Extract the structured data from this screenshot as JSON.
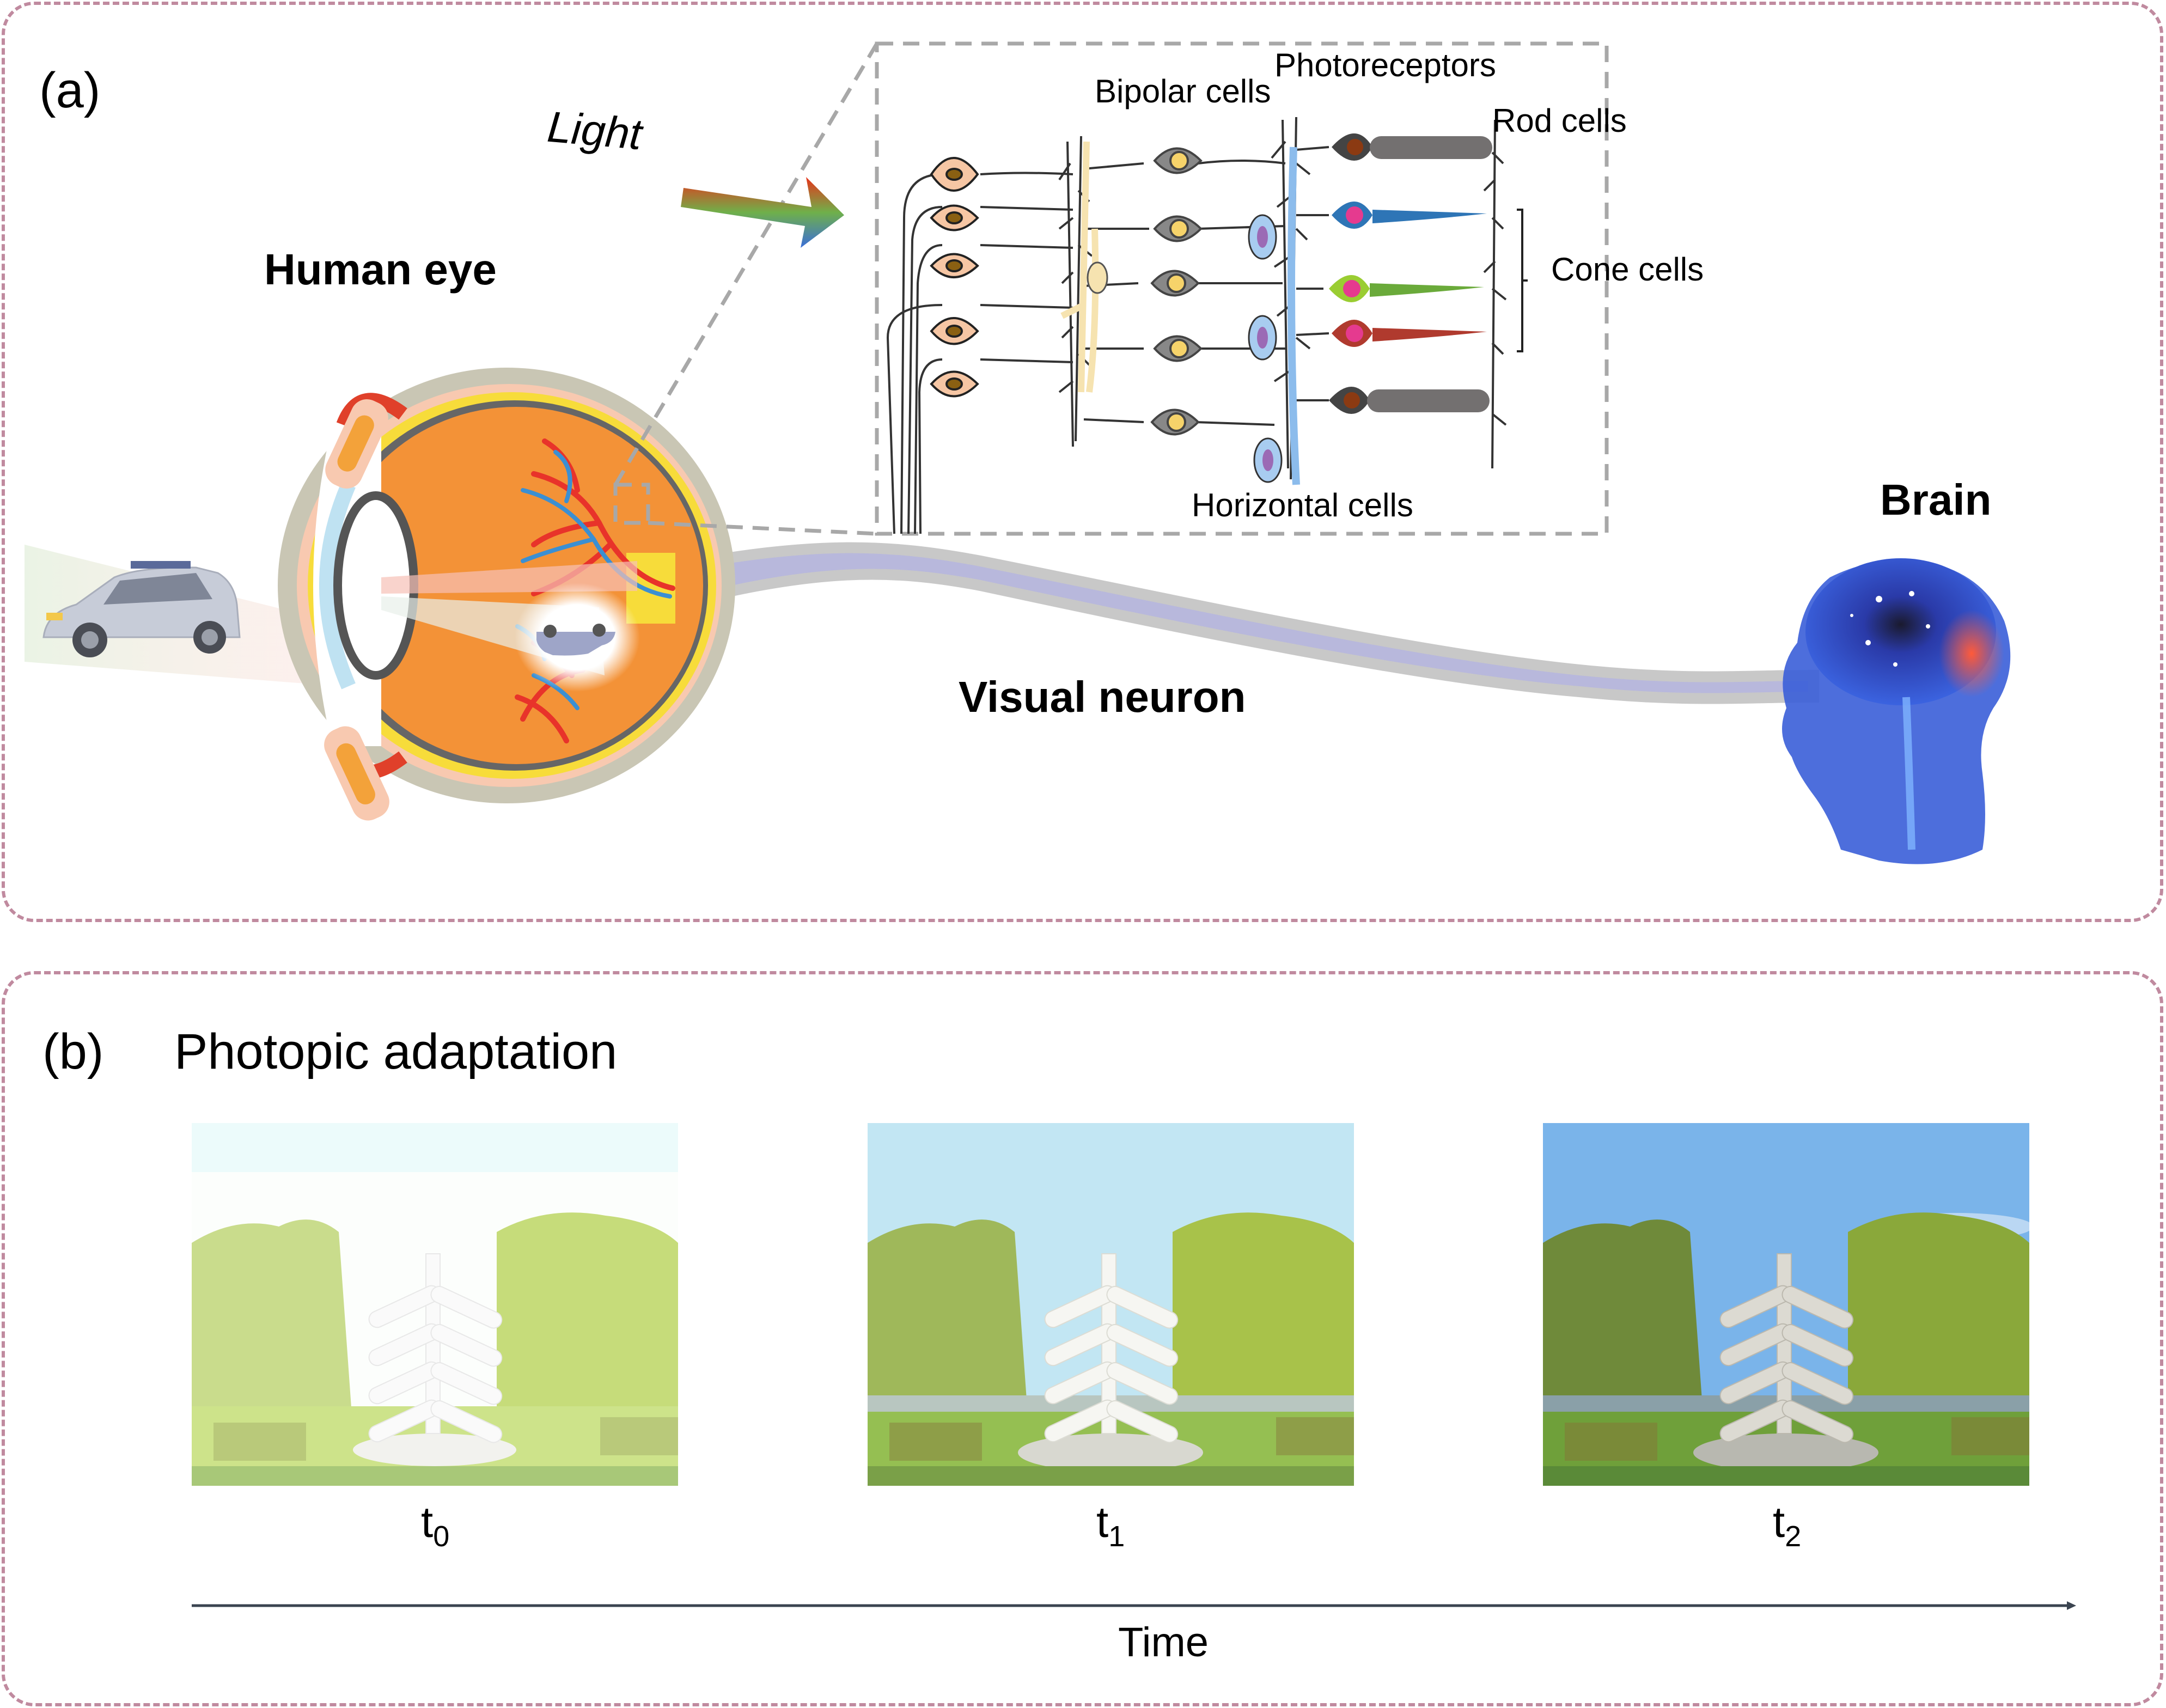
{
  "panel_a": {
    "label": "(a)",
    "light_label": "Light",
    "human_eye_label": "Human eye",
    "brain_label": "Brain",
    "visual_neuron_label": "Visual neuron",
    "retina": {
      "photoreceptors_label": "Photoreceptors",
      "bipolar_label": "Bipolar cells",
      "rod_label": "Rod cells",
      "cone_label": "Cone cells",
      "horizontal_label": "Horizontal cells",
      "photoreceptor_rows": [
        {
          "type": "rod",
          "color": "#707070"
        },
        {
          "type": "cone",
          "color": "#2e75b6"
        },
        {
          "type": "cone",
          "color": "#6aaa3a"
        },
        {
          "type": "cone",
          "color": "#b03a2e"
        },
        {
          "type": "rod",
          "color": "#707070"
        }
      ]
    },
    "colors": {
      "eye_orange": "#f39237",
      "nerve_fill": "#b8b8dc",
      "nerve_edge": "#c8c8c8",
      "brain_blue": "#2a4fd0"
    }
  },
  "panel_b": {
    "label": "(b)",
    "title": "Photopic adaptation",
    "frames": [
      {
        "time_base": "t",
        "time_sub": "0",
        "exposure": "overexposed"
      },
      {
        "time_base": "t",
        "time_sub": "1",
        "exposure": "adapting"
      },
      {
        "time_base": "t",
        "time_sub": "2",
        "exposure": "adapted"
      }
    ],
    "axis_label": "Time"
  },
  "border_color": "#c08a9f"
}
